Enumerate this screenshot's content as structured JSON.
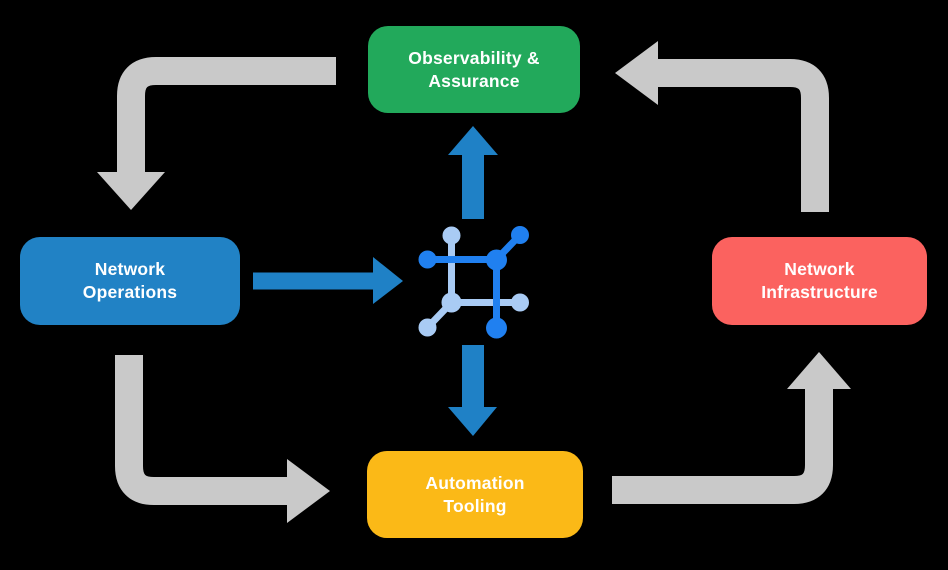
{
  "colors": {
    "background": "#000000",
    "text": "#FFFFFF",
    "green": "#22A95B",
    "blue": "#2182C5",
    "red": "#FB625F",
    "yellow": "#FBB917",
    "arrow_blue": "#1F81C6",
    "arrow_gray": "#C9C9C9",
    "icon_blue": "#2080F0",
    "icon_light_blue": "#A9CBF4"
  },
  "diagram": {
    "nodes": {
      "observability": {
        "line1": "Observability &",
        "line2": "Assurance"
      },
      "operations": {
        "line1": "Network",
        "line2": "Operations"
      },
      "infrastructure": {
        "line1": "Network",
        "line2": "Infrastructure"
      },
      "automation": {
        "line1": "Automation",
        "line2": "Tooling"
      }
    },
    "center_icon": "network-mesh-icon",
    "flows": {
      "blue_arrows": [
        "network operations to center icon",
        "center icon to observability & assurance",
        "center icon to automation tooling"
      ],
      "gray_arrows": [
        "observability & assurance to network operations",
        "network operations to automation tooling",
        "automation tooling to network infrastructure",
        "network infrastructure to observability & assurance"
      ]
    }
  }
}
